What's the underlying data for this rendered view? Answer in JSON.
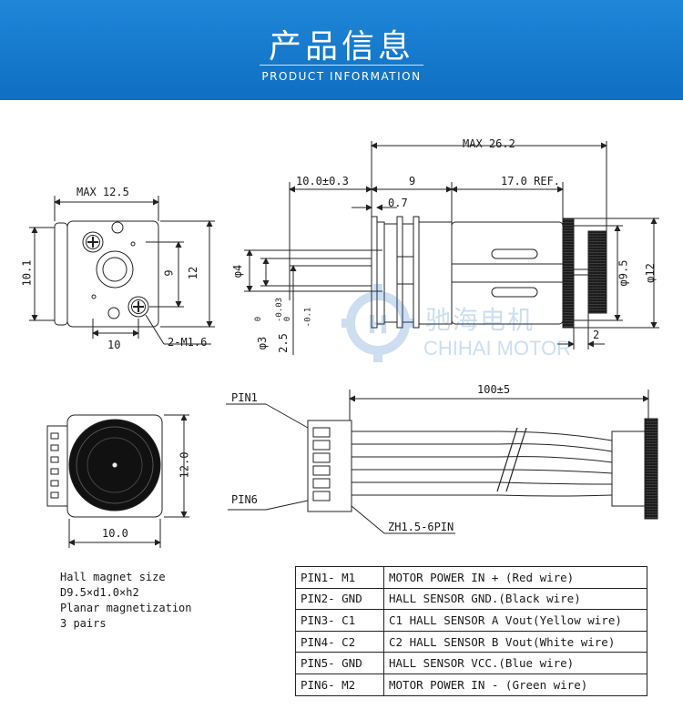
{
  "header": {
    "title": "产品信息",
    "subtitle": "PRODUCT INFORMATION"
  },
  "watermark": {
    "brand_cn": "驰海电机",
    "brand_en": "CHIHAI MOTOR"
  },
  "drawing": {
    "front_view": {
      "max_width": "MAX 12.5",
      "height": "10.1",
      "hole_spacing_h": "9",
      "height_total": "12",
      "hole_spacing_w": "10",
      "screw_holes": "2-M1.6"
    },
    "side_view": {
      "max_length": "MAX 26.2",
      "shaft_length": "10.0±0.3",
      "gearbox_length": "9",
      "motor_length": "17.0 REF.",
      "plate_thickness": "0.7",
      "boss_diameter": "φ4",
      "shaft_diameter": "φ3",
      "shaft_tol_upper": "0",
      "shaft_tol_lower": "-0.03",
      "flat_size": "2.5",
      "flat_tol_upper": "0",
      "flat_tol_lower": "-0.1",
      "motor_diameter": "φ9.5",
      "housing_diameter": "φ12",
      "encoder_thickness": "2"
    },
    "rear_view": {
      "height": "12.0",
      "width": "10.0"
    },
    "cable": {
      "pin_first": "PIN1",
      "pin_last": "PIN6",
      "length": "100±5",
      "connector": "ZH1.5-6PIN"
    }
  },
  "magnet_note": [
    "Hall magnet size",
    "D9.5×d1.0×h2",
    "Planar magnetization",
    "3 pairs"
  ],
  "pin_table": [
    {
      "pin": "PIN1- M1",
      "desc": "MOTOR POWER IN + (Red wire)"
    },
    {
      "pin": "PIN2- GND",
      "desc": "HALL SENSOR GND.(Black wire)"
    },
    {
      "pin": "PIN3- C1",
      "desc": "C1 HALL SENSOR A Vout(Yellow wire)"
    },
    {
      "pin": "PIN4- C2",
      "desc": "C2 HALL SENSOR B Vout(White wire)"
    },
    {
      "pin": "PIN5- GND",
      "desc": "HALL SENSOR VCC.(Blue wire)"
    },
    {
      "pin": "PIN6- M2",
      "desc": "MOTOR POWER IN - (Green wire)"
    }
  ],
  "colors": {
    "banner": "#1479cc",
    "watermark": "#1d6fc0"
  }
}
